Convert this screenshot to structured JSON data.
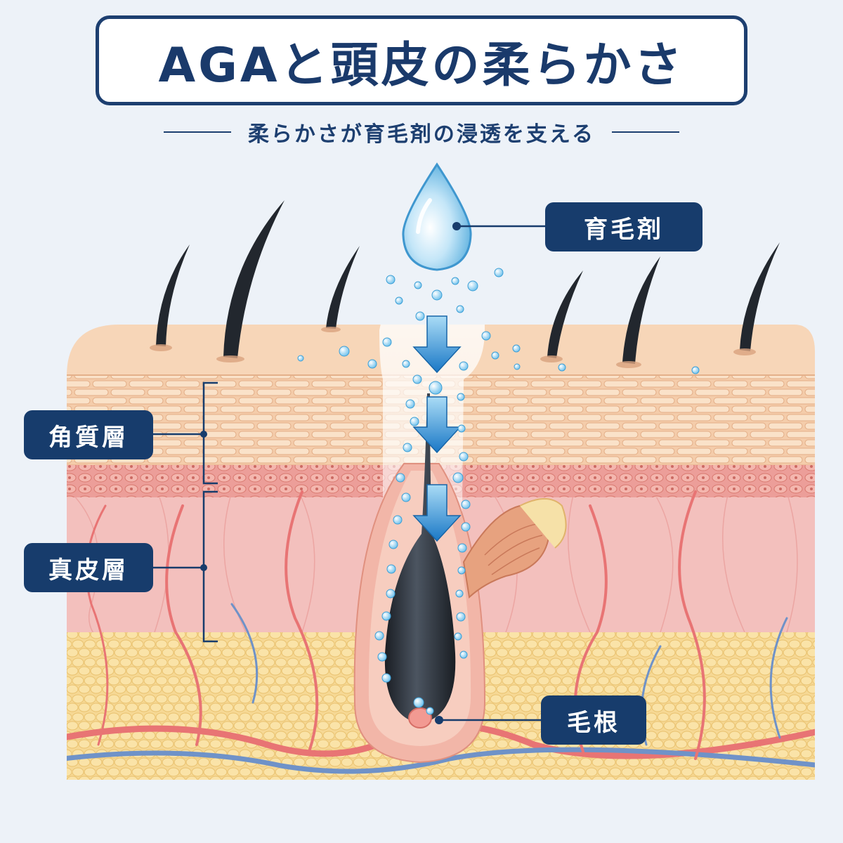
{
  "title": "AGAと頭皮の柔らかさ",
  "subtitle": "柔らかさが育毛剤の浸透を支える",
  "labels": {
    "hair_tonic": "育毛剤",
    "stratum_corneum": "角質層",
    "dermis": "真皮層",
    "hair_root": "毛根"
  },
  "colors": {
    "title_border": "#1d3f70",
    "title_text": "#1a3a6b",
    "label_bg": "#173c6c",
    "arrow": "#1e88d8",
    "droplet": "#7cc8ee",
    "hair": "#22272e",
    "epidermis": "#f6d3b3",
    "dermis": "#f3c0bd",
    "fat": "#f6d894",
    "artery": "#e87474",
    "vein": "#6f92c8"
  },
  "icons": [
    "water-drop-icon",
    "down-arrow-icon",
    "bracket-icon",
    "hair-icon"
  ]
}
